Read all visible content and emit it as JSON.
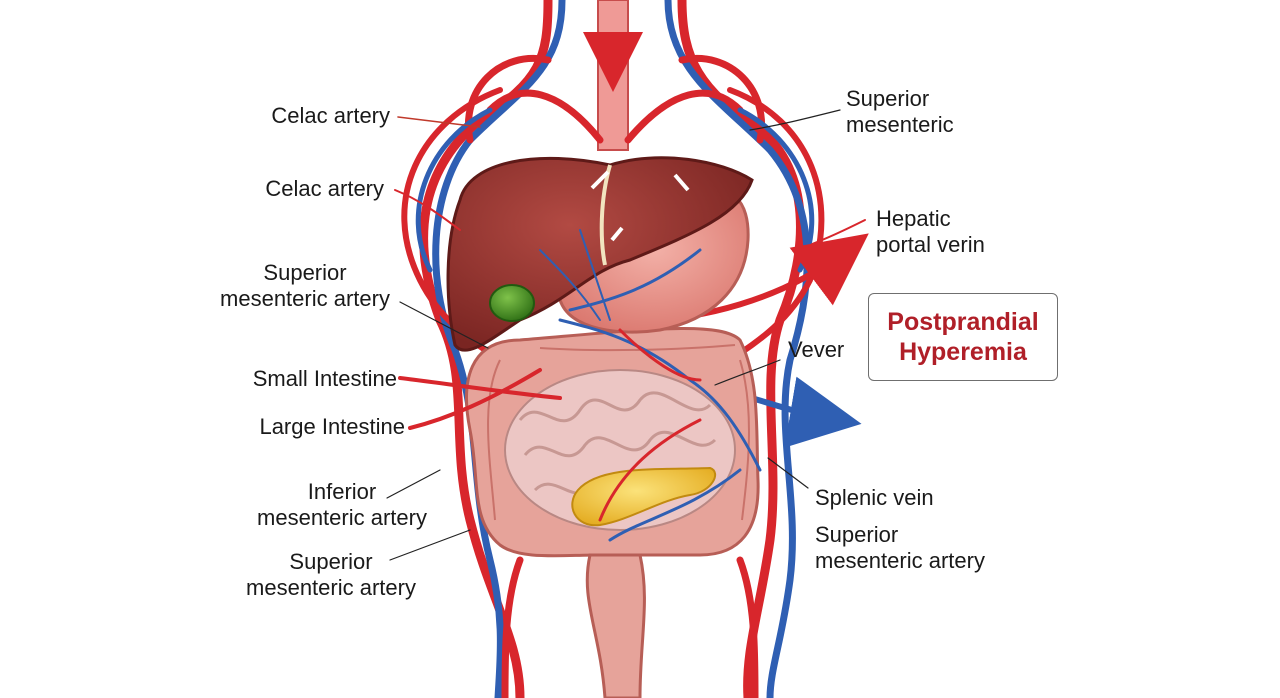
{
  "labels": {
    "celiac_artery_top": "Celac artery",
    "celiac_artery_mid": "Celac artery",
    "superior_mesenteric_artery_left": [
      "Superior",
      "mesenteric artery"
    ],
    "small_intestine": "Small Intestine",
    "large_intestine": "Large Intestine",
    "inferior_mesenteric_artery": [
      "Inferior",
      "mesenteric artery"
    ],
    "superior_mesenteric_artery_bottom": [
      "Superior",
      "mesenteric artery"
    ],
    "superior_mesenteric_top_right": [
      "Superior",
      "mesenteric"
    ],
    "hepatic_portal_vein": [
      "Hepatic",
      "portal verin"
    ],
    "vever": "Vever",
    "splenic_vein": "Splenic vein",
    "superior_mesenteric_artery_right": [
      "Superior",
      "mesenteric artery"
    ]
  },
  "callout": [
    "Postprandial",
    "Hyperemia"
  ],
  "colors": {
    "artery": "#d8262c",
    "vein": "#2f5fb3",
    "liver": "#8e2f2c",
    "gallbladder": "#3c8a1e",
    "intestine": "#e6a39a",
    "small_intestine": "#ecc6c4",
    "pancreas": "#f1c232",
    "callout_text": "#b01f28"
  }
}
